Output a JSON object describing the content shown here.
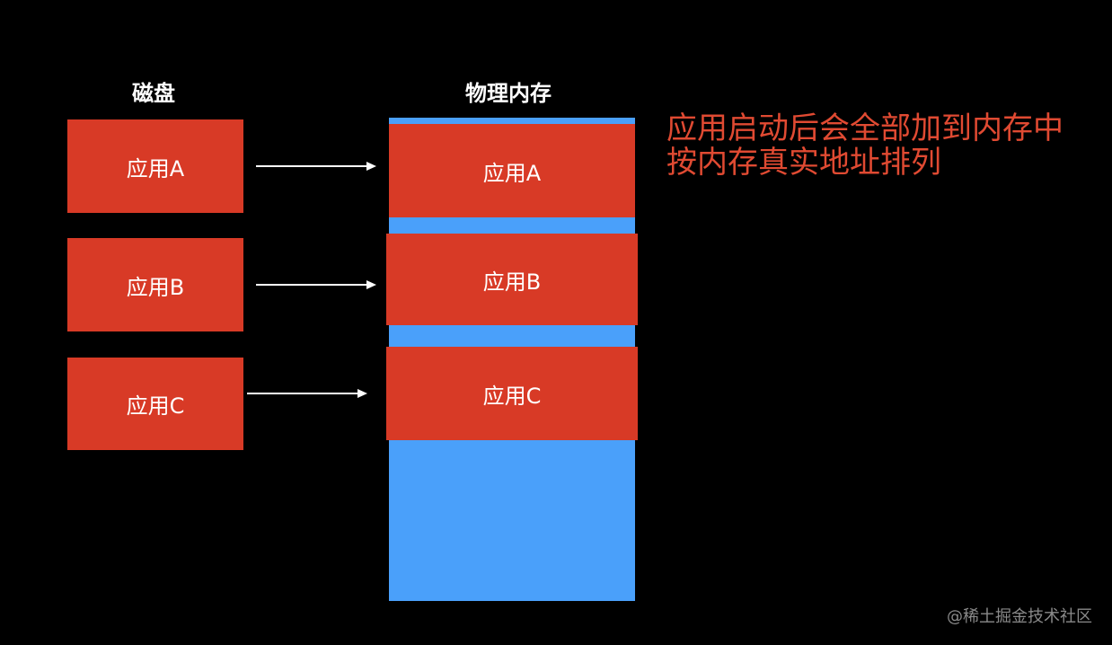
{
  "disk": {
    "title": "磁盘",
    "apps": [
      "应用A",
      "应用B",
      "应用C"
    ]
  },
  "memory": {
    "title": "物理内存",
    "apps": [
      "应用A",
      "应用B",
      "应用C"
    ]
  },
  "note": {
    "line1": "应用启动后会全部加到内存中",
    "line2": "按内存真实地址排列"
  },
  "watermark": "@稀土掘金技术社区",
  "colors": {
    "background": "#000000",
    "app_block": "#d83a26",
    "memory": "#4aa0fa",
    "note_text": "#e04a32"
  }
}
